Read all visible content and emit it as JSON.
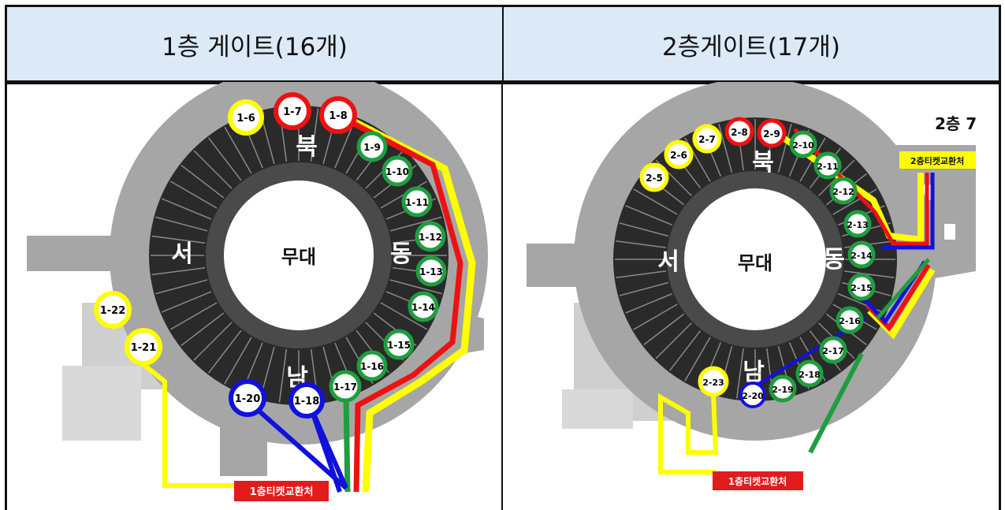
{
  "headers": {
    "left": "1층 게이트(16개)",
    "right": "2층게이트(17개)"
  },
  "floor1": {
    "center": "무대",
    "north": "북",
    "east": "동",
    "south": "남",
    "west": "서",
    "ticket_office": "1층티켓교환처",
    "gates": {
      "g6": "1-6",
      "g7": "1-7",
      "g8": "1-8",
      "g9": "1-9",
      "g10": "1-10",
      "g11": "1-11",
      "g12": "1-12",
      "g13": "1-13",
      "g14": "1-14",
      "g15": "1-15",
      "g16": "1-16",
      "g17": "1-17",
      "g18": "1-18",
      "g20": "1-20",
      "g21": "1-21",
      "g22": "1-22"
    }
  },
  "floor2": {
    "center": "무대",
    "north": "북",
    "east": "동",
    "south": "남",
    "west": "서",
    "ticket_office_1f": "1층티켓교환처",
    "ticket_office_2f": "2층티켓교환처",
    "floor_label": "2층 7",
    "gates": {
      "g5": "2-5",
      "g6": "2-6",
      "g7": "2-7",
      "g8": "2-8",
      "g9": "2-9",
      "g10": "2-10",
      "g11": "2-11",
      "g12": "2-12",
      "g13": "2-13",
      "g14": "2-14",
      "g15": "2-15",
      "g16": "2-16",
      "g17": "2-17",
      "g18": "2-18",
      "g19": "2-19",
      "g20": "2-20",
      "g23": "2-23"
    }
  },
  "colors": {
    "header_bg": "#dce9f6",
    "yellow": "#ffff00",
    "red": "#ee1111",
    "green": "#1e9e3e",
    "blue": "#1111dd",
    "venue_gray": "#a6a6a6",
    "seat_dark": "#2a2a2a"
  }
}
